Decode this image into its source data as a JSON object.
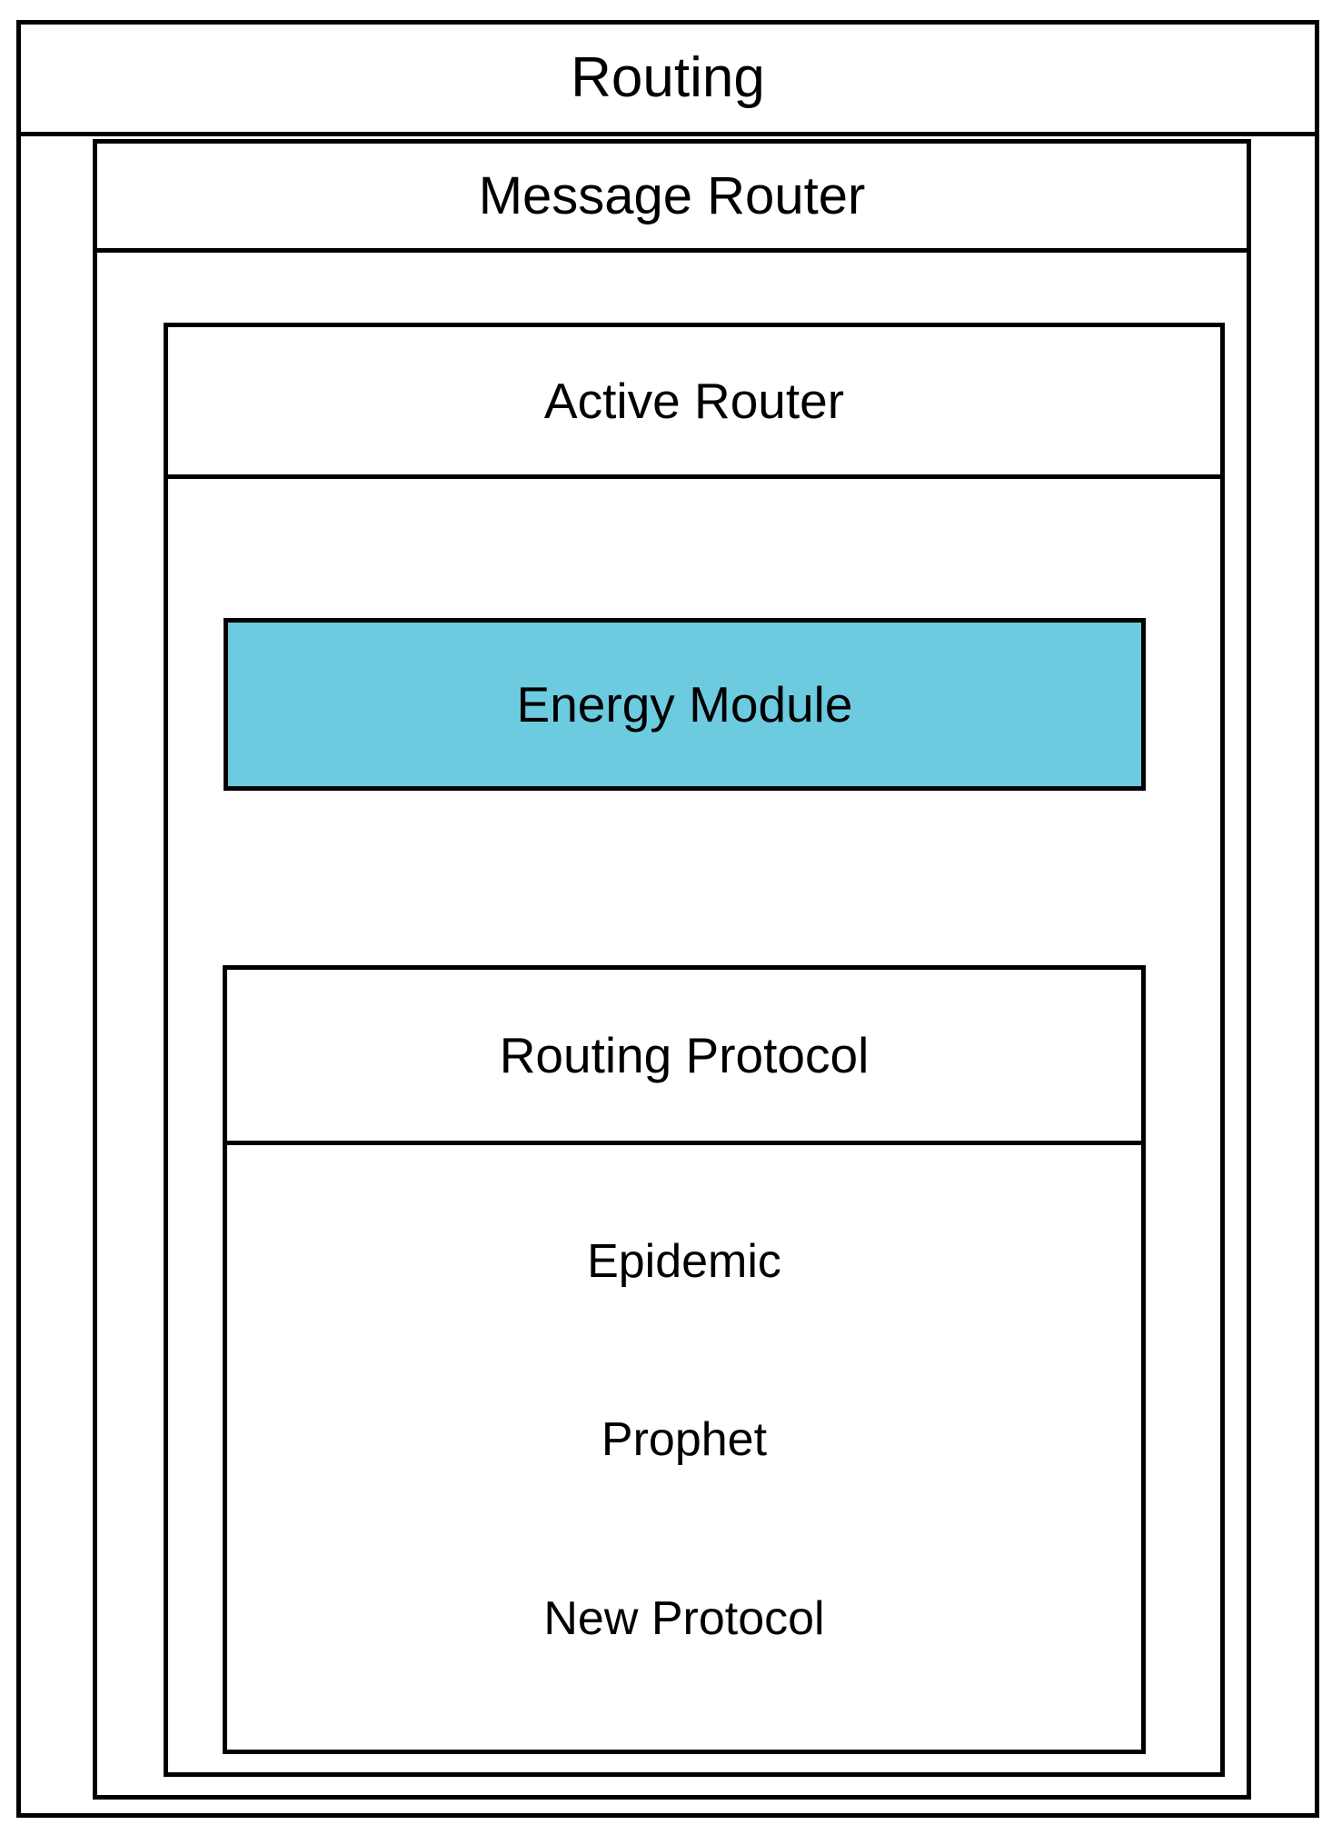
{
  "diagram": {
    "title": "Routing",
    "type": "nested-architecture-block-diagram",
    "layers": {
      "routing": {
        "label": "Routing",
        "message_router": {
          "label": "Message Router",
          "active_router": {
            "label": "Active Router",
            "energy_module": {
              "label": "Energy Module",
              "highlight_color": "#6DCBE0"
            },
            "routing_protocol": {
              "label": "Routing Protocol",
              "protocols": [
                {
                  "label": "Epidemic"
                },
                {
                  "label": "Prophet"
                },
                {
                  "label": "New Protocol"
                }
              ]
            }
          }
        }
      }
    },
    "colors": {
      "background": "#FFFFFF",
      "stroke": "#000000",
      "text": "#000000",
      "highlight": "#6DCBE0"
    }
  }
}
